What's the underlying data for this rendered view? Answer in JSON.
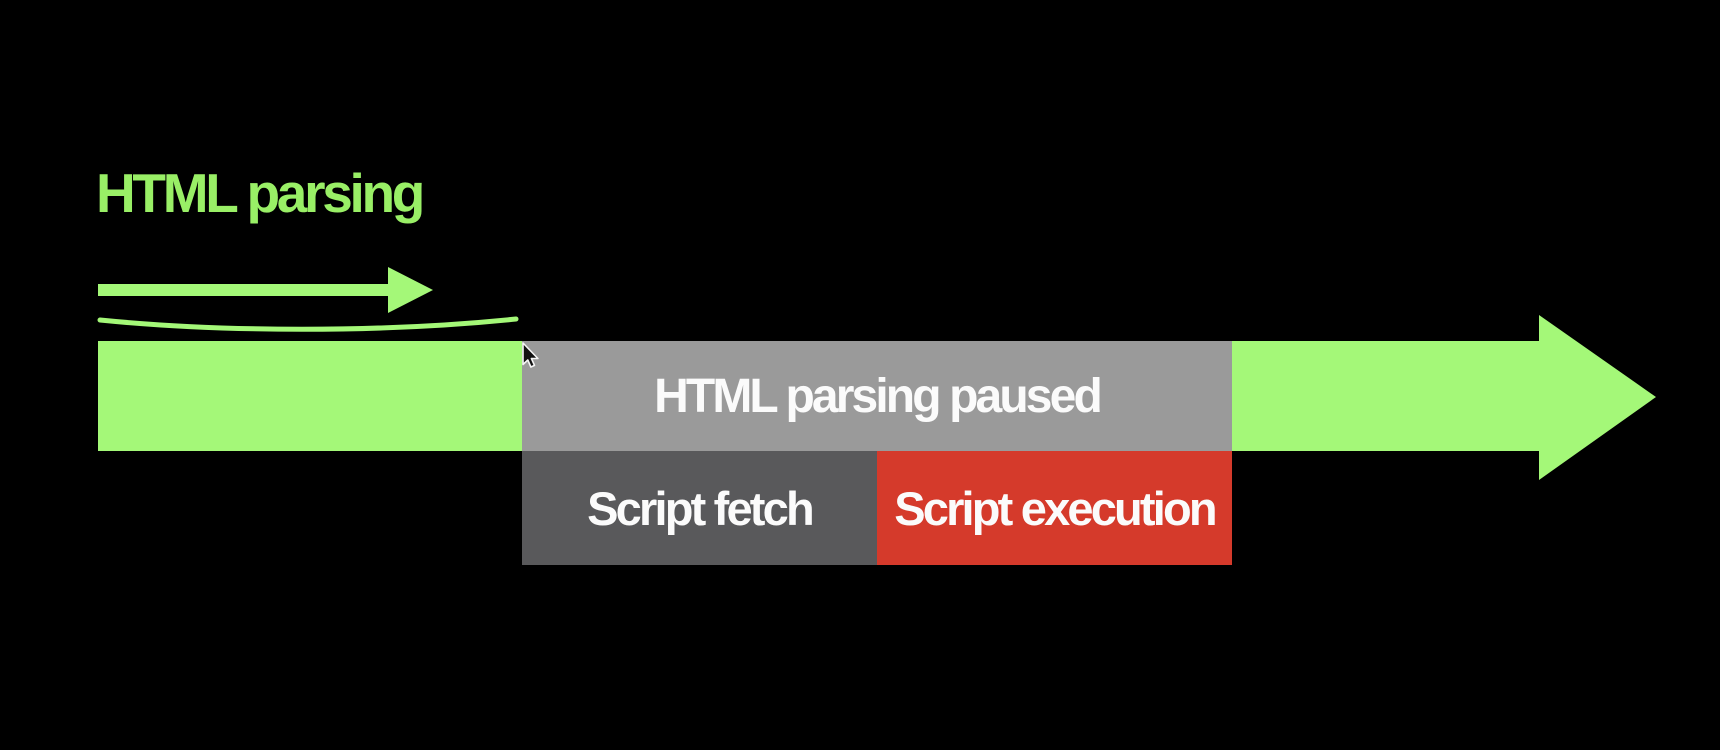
{
  "heading": {
    "label": "HTML parsing"
  },
  "timeline": {
    "paused": {
      "label": "HTML parsing paused"
    },
    "fetch": {
      "label": "Script fetch"
    },
    "execution": {
      "label": "Script execution"
    }
  },
  "icons": {
    "parse_progress_arrow": "right-arrow",
    "parse_progress_underline": "hand-drawn-underline",
    "timeline_arrow": "right-arrow",
    "cursor": "mouse-cursor"
  },
  "colors": {
    "background": "#000000",
    "green": "#a4f878",
    "green_text": "#99ef66",
    "paused_gray": "#9a9a9a",
    "fetch_gray": "#59595b",
    "execution_red": "#d53a2b",
    "label_white": "#fbfbfb",
    "cursor_fill": "#111111",
    "cursor_outline": "#f5f5f5"
  }
}
